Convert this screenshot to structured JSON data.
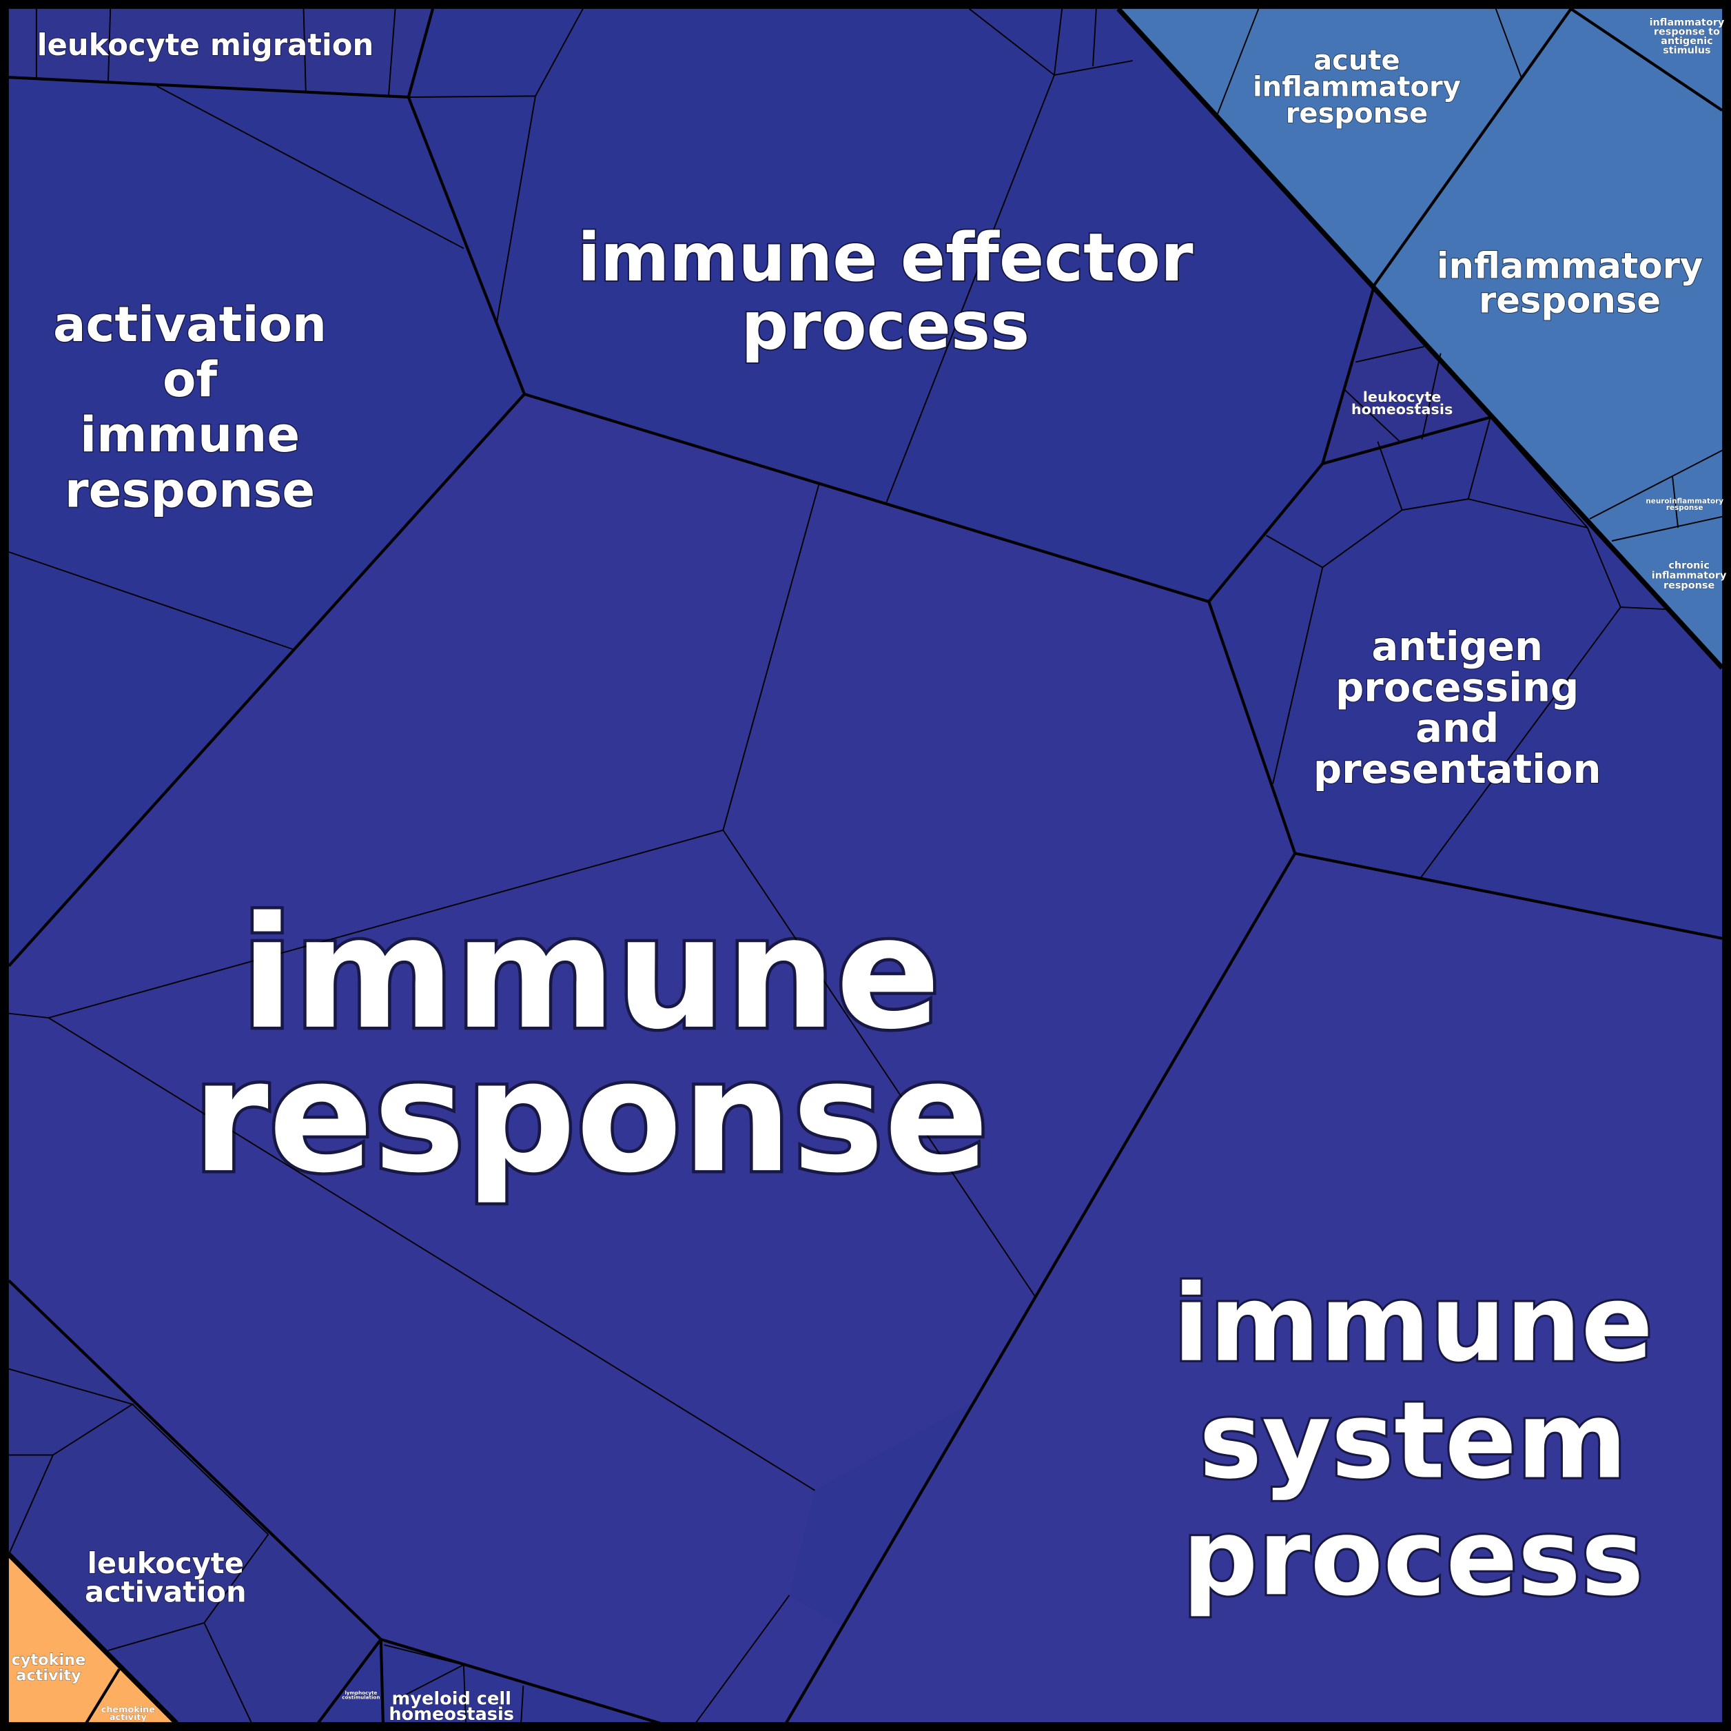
{
  "colors": {
    "immune_dark": "#2d3593",
    "immune_mid": "#333794",
    "immune_alt": "#30348f",
    "inflammatory": "#4575b4",
    "cytokine": "#fdae61",
    "border": "#000000",
    "text": "#ffffff"
  },
  "labels": {
    "leukocyte_migration": [
      "leukocyte migration"
    ],
    "activation_of_immune_response": [
      "activation",
      "of",
      "immune",
      "response"
    ],
    "immune_effector_process": [
      "immune effector",
      "process"
    ],
    "acute_inflammatory_response": [
      "acute",
      "inflammatory",
      "response"
    ],
    "inflammatory_response": [
      "inflammatory",
      "response"
    ],
    "inflammatory_response_to_antigenic_stimulus": [
      "inflammatory",
      "response to",
      "antigenic",
      "stimulus"
    ],
    "leukocyte_homeostasis": [
      "leukocyte",
      "homeostasis"
    ],
    "neuroinflammatory_response": [
      "neuroinflammatory",
      "response"
    ],
    "chronic_inflammatory_response": [
      "chronic",
      "inflammatory",
      "response"
    ],
    "antigen_processing_and_presentation": [
      "antigen",
      "processing",
      "and",
      "presentation"
    ],
    "immune_response": [
      "immune",
      "response"
    ],
    "immune_system_process": [
      "immune",
      "system",
      "process"
    ],
    "leukocyte_activation": [
      "leukocyte",
      "activation"
    ],
    "cytokine_activity": [
      "cytokine",
      "activity"
    ],
    "chemokine_activity": [
      "chemokine",
      "activity"
    ],
    "lymphocyte_costimulation": [
      "lymphocyte",
      "costimulation"
    ],
    "myeloid_cell_homeostasis": [
      "myeloid cell",
      "homeostasis"
    ]
  }
}
